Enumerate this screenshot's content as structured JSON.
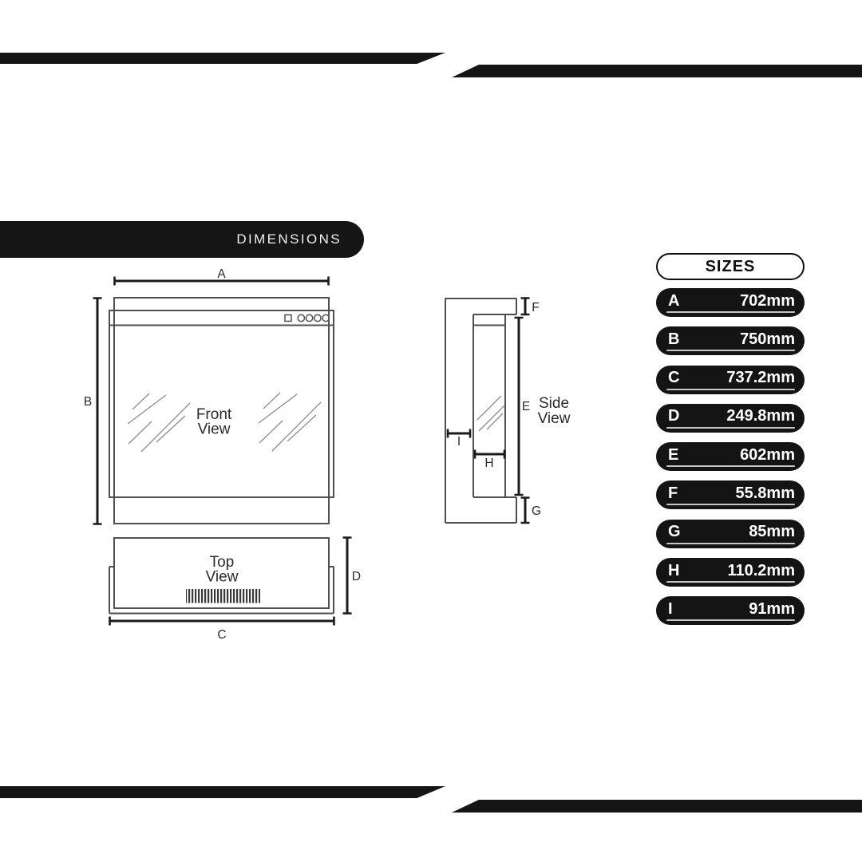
{
  "banner": {
    "dimensions_label": "DIMENSIONS"
  },
  "sizes_panel": {
    "title": "SIZES",
    "rows": [
      {
        "letter": "A",
        "value": "702mm"
      },
      {
        "letter": "B",
        "value": "750mm"
      },
      {
        "letter": "C",
        "value": "737.2mm"
      },
      {
        "letter": "D",
        "value": "249.8mm"
      },
      {
        "letter": "E",
        "value": "602mm"
      },
      {
        "letter": "F",
        "value": "55.8mm"
      },
      {
        "letter": "G",
        "value": "85mm"
      },
      {
        "letter": "H",
        "value": "110.2mm"
      },
      {
        "letter": "I",
        "value": "91mm"
      }
    ]
  },
  "diagram": {
    "views": {
      "front": {
        "line1": "Front",
        "line2": "View"
      },
      "side": {
        "line1": "Side",
        "line2": "View"
      },
      "top": {
        "line1": "Top",
        "line2": "View"
      }
    },
    "dim_labels": {
      "a": "A",
      "b": "B",
      "c": "C",
      "d": "D",
      "e": "E",
      "f": "F",
      "g": "G",
      "h": "H",
      "i": "I"
    }
  },
  "colors": {
    "bar_black": "#151515",
    "pill_black": "#141414",
    "outline_gray": "#4f4f4f",
    "dimension_black": "#1b1b1b",
    "underline_gray": "#c6c6c6",
    "background": "#ffffff"
  }
}
